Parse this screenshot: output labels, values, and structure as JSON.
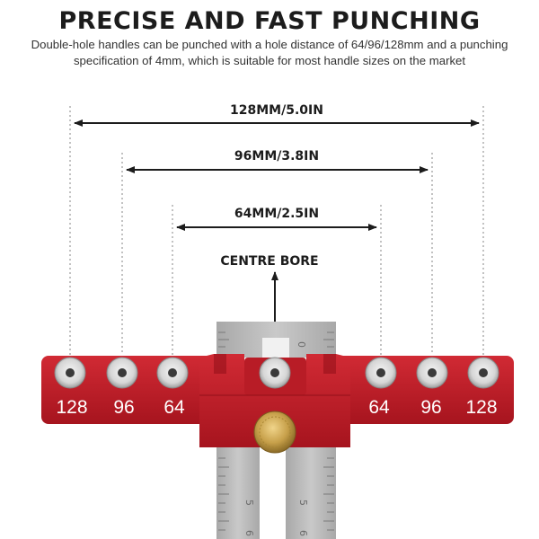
{
  "header": {
    "title": "PRECISE AND FAST PUNCHING",
    "subtitle_line1": "Double-hole handles can be punched with a hole distance of 64/96/128mm and a punching",
    "subtitle_line2": "specification of 4mm, which is suitable for most handle sizes on the market"
  },
  "dimensions": {
    "d128": "128MM/5.0IN",
    "d96": "96MM/3.8IN",
    "d64": "64MM/2.5IN",
    "centre": "CENTRE BORE"
  },
  "jig": {
    "left_labels": [
      "128",
      "96",
      "64"
    ],
    "right_labels": [
      "64",
      "96",
      "128"
    ],
    "ruler_top": "0",
    "ruler_marks": [
      "5",
      "6"
    ]
  },
  "colors": {
    "jig_red": "#c21f2a",
    "bushing": "#d4d4d4",
    "knob_brass": "#c7a04a",
    "ruler": "#b9b9b9"
  }
}
